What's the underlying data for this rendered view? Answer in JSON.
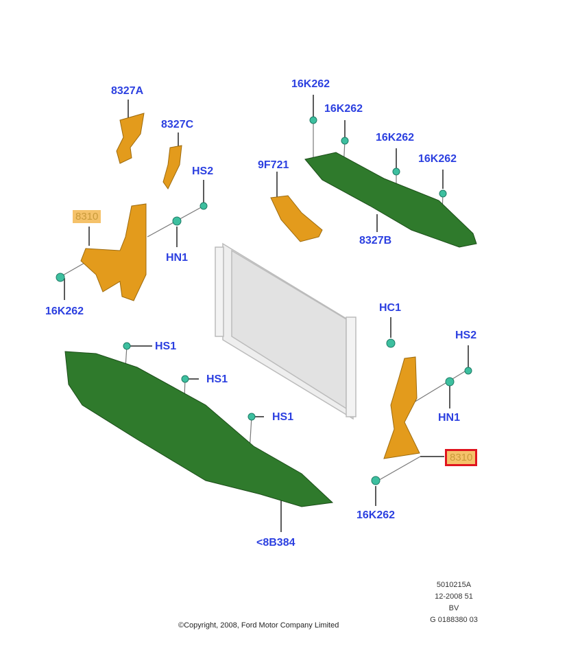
{
  "labels": {
    "l8327A": "8327A",
    "l8327C": "8327C",
    "lHS2a": "HS2",
    "l8310a": "8310",
    "lHN1a": "HN1",
    "l16K262a": "16K262",
    "l9F721": "9F721",
    "l16K262b": "16K262",
    "l16K262c": "16K262",
    "l16K262d": "16K262",
    "l16K262e": "16K262",
    "l8327B": "8327B",
    "lHC1": "HC1",
    "lHS2b": "HS2",
    "lHN1b": "HN1",
    "l8310b": "8310",
    "l16K262f": "16K262",
    "lHS1a": "HS1",
    "lHS1b": "HS1",
    "lHS1c": "HS1",
    "l8B384": "<8B384"
  },
  "info": [
    "5010215A",
    "12-2008 51",
    "BV",
    "G 0188380 03"
  ],
  "copyright": "©Copyright, 2008, Ford Motor Company Limited",
  "colors": {
    "label": "#2b3fe0",
    "bracket": "#e39b1c",
    "shield": "#2f7a2c",
    "clip": "#3dbf9f",
    "highlight": "#e0141e"
  }
}
